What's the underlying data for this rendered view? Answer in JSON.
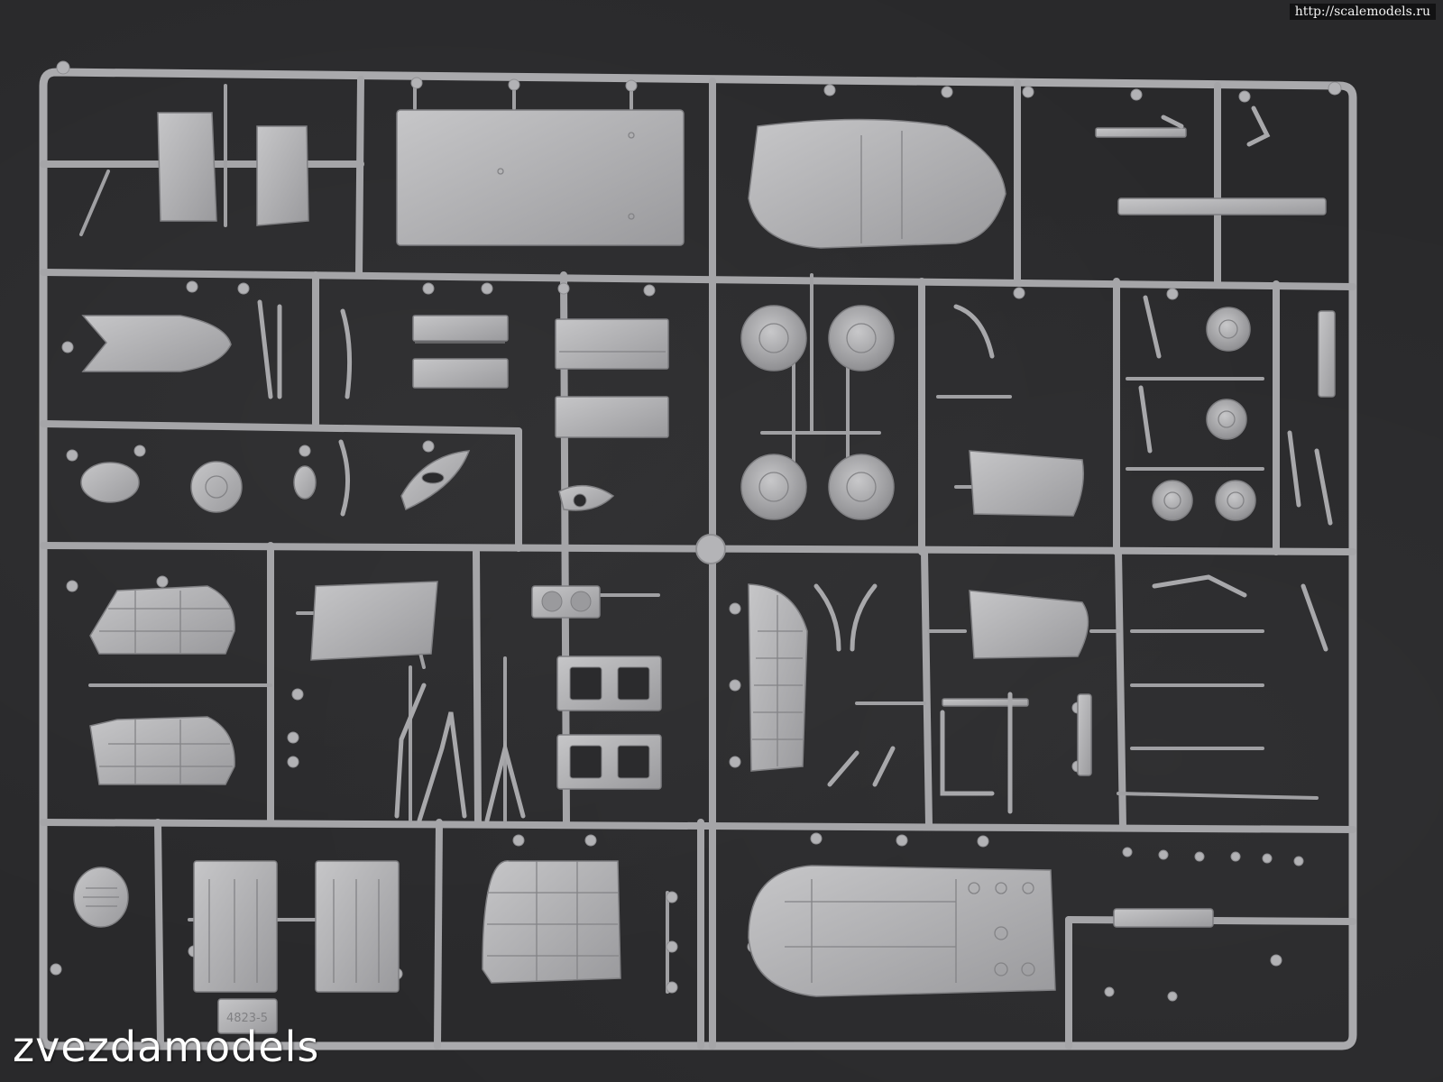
{
  "watermark": {
    "url": "http://scalemodels.ru"
  },
  "brand": {
    "text": "zvezdamodels"
  },
  "sprue": {
    "part_number": "4823-5"
  },
  "colors": {
    "background": "#29292b",
    "plastic": "#a9a9ab",
    "plastic_dark": "#8e8e91",
    "plastic_light": "#c4c4c6"
  }
}
